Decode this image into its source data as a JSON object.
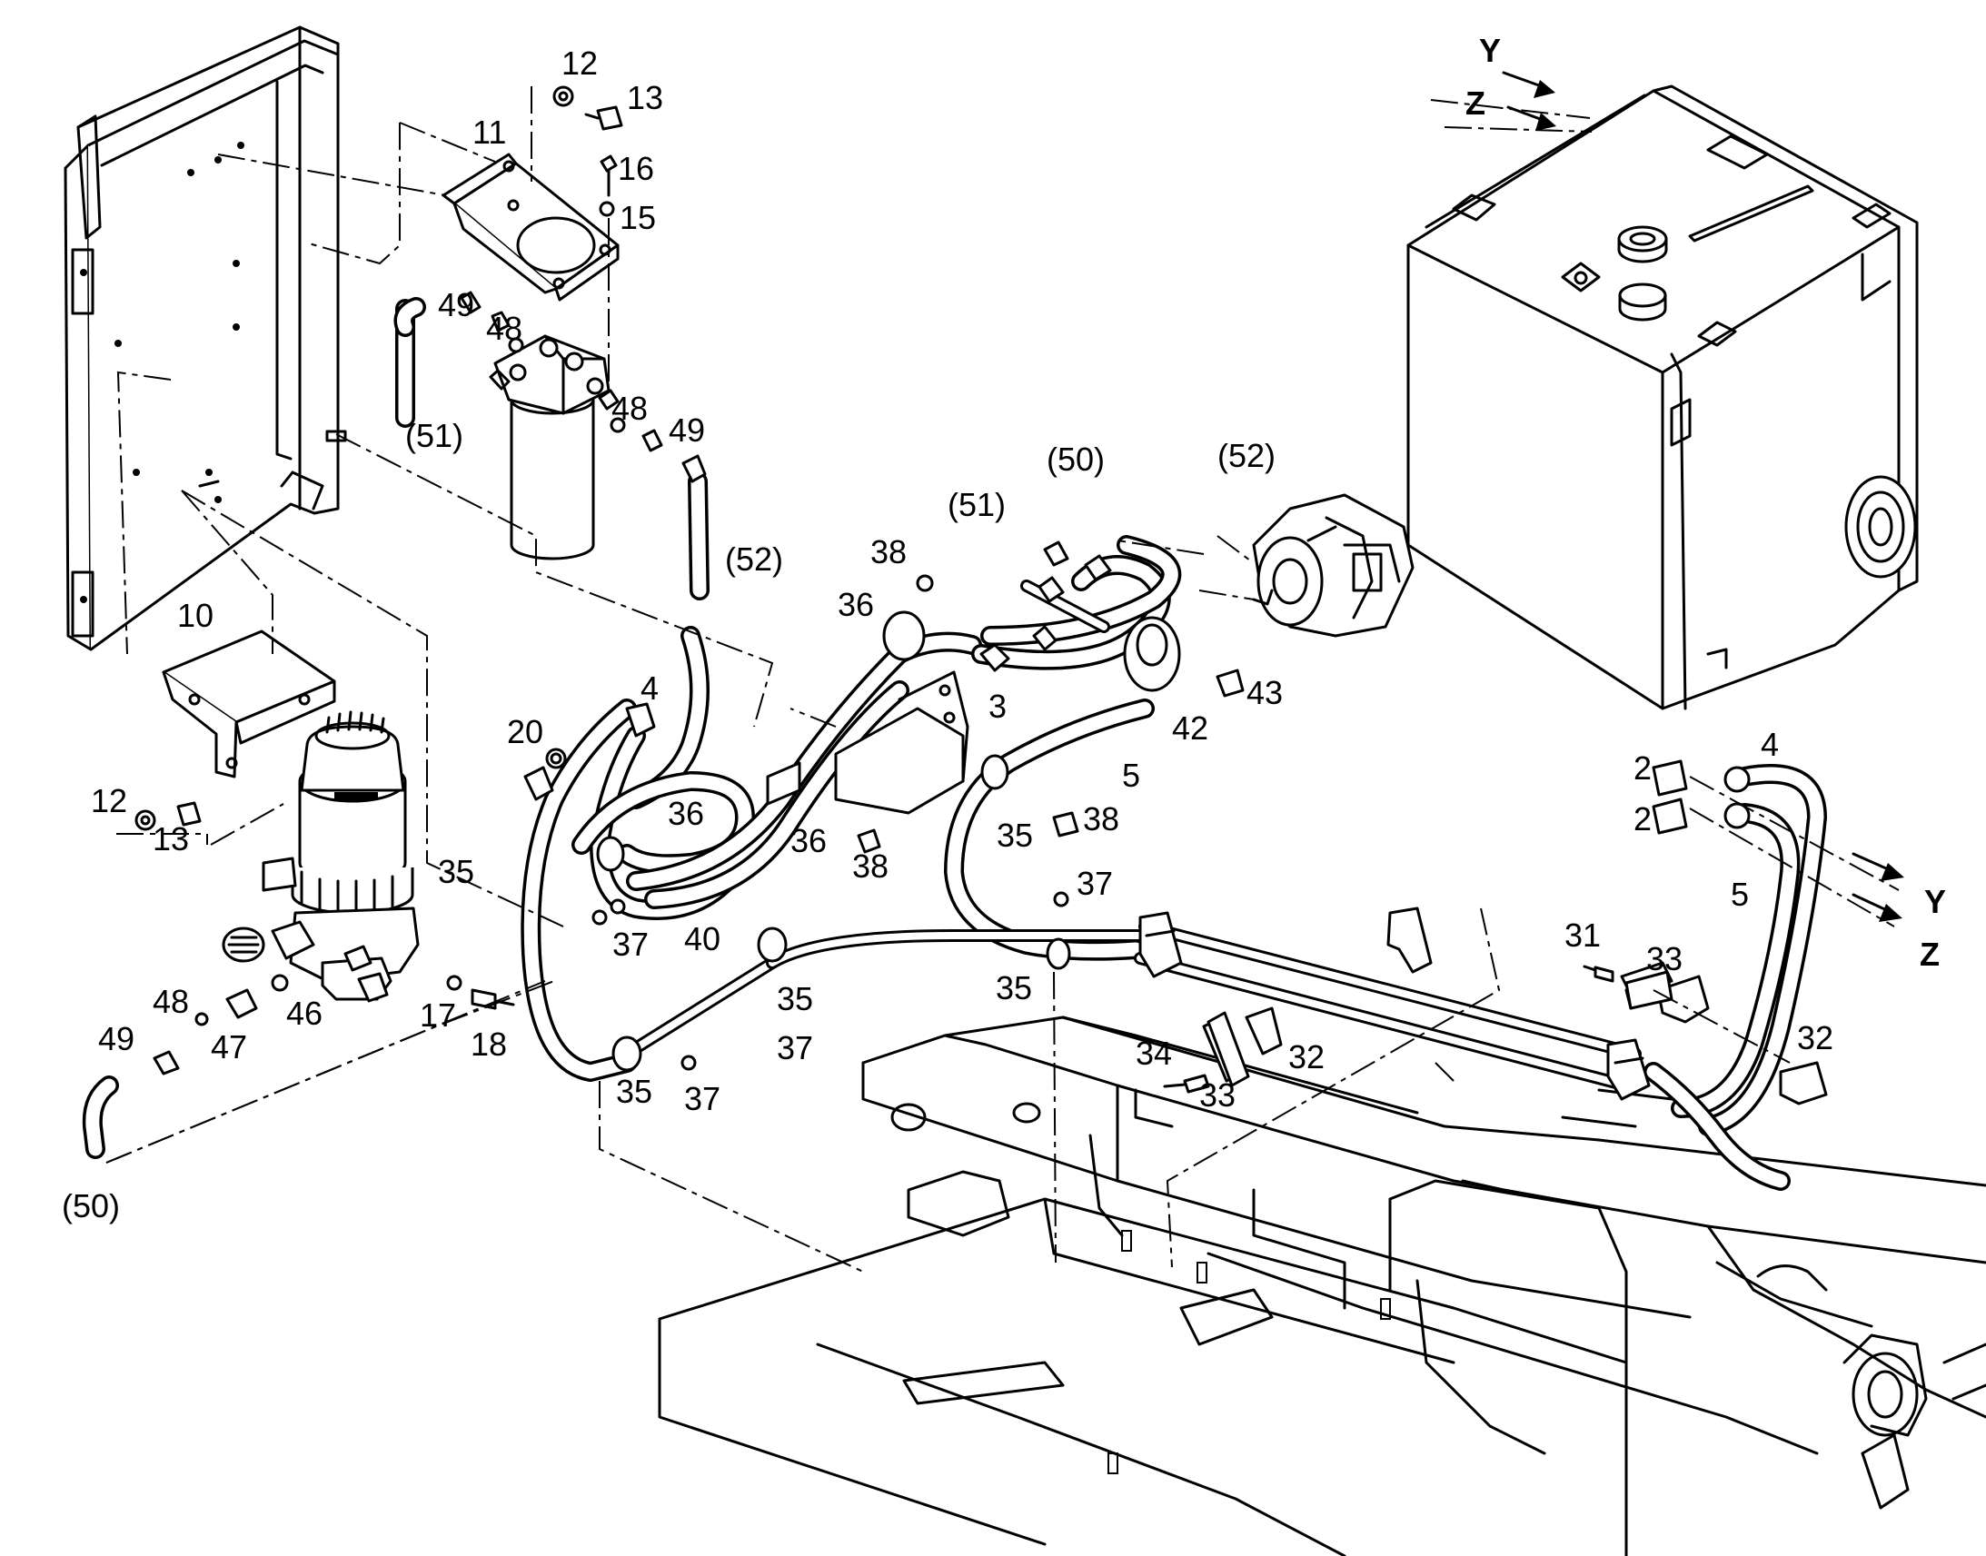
{
  "callouts": [
    {
      "id": "c-12a",
      "text": "12"
    },
    {
      "id": "c-13a",
      "text": "13"
    },
    {
      "id": "c-11",
      "text": "11"
    },
    {
      "id": "c-16",
      "text": "16"
    },
    {
      "id": "c-15",
      "text": "15"
    },
    {
      "id": "c-49a",
      "text": "49"
    },
    {
      "id": "c-48a",
      "text": "48"
    },
    {
      "id": "c-51a",
      "text": "(51)"
    },
    {
      "id": "c-48b",
      "text": "48"
    },
    {
      "id": "c-49b",
      "text": "49"
    },
    {
      "id": "c-52a",
      "text": "(52)"
    },
    {
      "id": "c-50a",
      "text": "(50)"
    },
    {
      "id": "c-52b",
      "text": "(52)"
    },
    {
      "id": "c-51b",
      "text": "(51)"
    },
    {
      "id": "c-38a",
      "text": "38"
    },
    {
      "id": "c-36a",
      "text": "36"
    },
    {
      "id": "c-3",
      "text": "3"
    },
    {
      "id": "c-43",
      "text": "43"
    },
    {
      "id": "c-42",
      "text": "42"
    },
    {
      "id": "c-5a",
      "text": "5"
    },
    {
      "id": "c-10",
      "text": "10"
    },
    {
      "id": "c-4a",
      "text": "4"
    },
    {
      "id": "c-20",
      "text": "20"
    },
    {
      "id": "c-12b",
      "text": "12"
    },
    {
      "id": "c-13b",
      "text": "13"
    },
    {
      "id": "c-36b",
      "text": "36"
    },
    {
      "id": "c-36c",
      "text": "36"
    },
    {
      "id": "c-38b",
      "text": "38"
    },
    {
      "id": "c-35a",
      "text": "35"
    },
    {
      "id": "c-38c",
      "text": "38"
    },
    {
      "id": "c-35b",
      "text": "35"
    },
    {
      "id": "c-37a",
      "text": "37"
    },
    {
      "id": "c-40",
      "text": "40"
    },
    {
      "id": "c-37b",
      "text": "37"
    },
    {
      "id": "c-35c",
      "text": "35"
    },
    {
      "id": "c-37c",
      "text": "37"
    },
    {
      "id": "c-35d",
      "text": "35"
    },
    {
      "id": "c-48c",
      "text": "48"
    },
    {
      "id": "c-46",
      "text": "46"
    },
    {
      "id": "c-49c",
      "text": "49"
    },
    {
      "id": "c-47",
      "text": "47"
    },
    {
      "id": "c-17",
      "text": "17"
    },
    {
      "id": "c-18",
      "text": "18"
    },
    {
      "id": "c-35e",
      "text": "35"
    },
    {
      "id": "c-37d",
      "text": "37"
    },
    {
      "id": "c-50b",
      "text": "(50)"
    },
    {
      "id": "c-2a",
      "text": "2"
    },
    {
      "id": "c-4b",
      "text": "4"
    },
    {
      "id": "c-2b",
      "text": "2"
    },
    {
      "id": "c-5b",
      "text": "5"
    },
    {
      "id": "c-31",
      "text": "31"
    },
    {
      "id": "c-33a",
      "text": "33"
    },
    {
      "id": "c-34",
      "text": "34"
    },
    {
      "id": "c-32a",
      "text": "32"
    },
    {
      "id": "c-33b",
      "text": "33"
    },
    {
      "id": "c-32b",
      "text": "32"
    }
  ],
  "view_markers": {
    "y_top": "Y",
    "z_top": "Z",
    "y_right": "Y",
    "z_right": "Z"
  }
}
